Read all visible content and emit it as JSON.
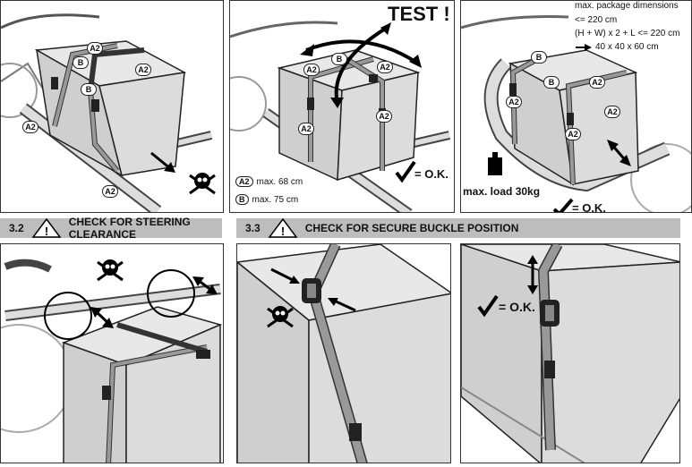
{
  "top": {
    "panel1": {
      "labels": [
        "A2",
        "A2",
        "B",
        "B",
        "A2",
        "A2"
      ]
    },
    "panel2": {
      "test_label": "TEST !",
      "labels": [
        "A2",
        "B",
        "A2",
        "A2",
        "A2"
      ],
      "ok_label": "= O.K.",
      "legend": [
        {
          "code": "A2",
          "text": "max. 68 cm"
        },
        {
          "code": "B",
          "text": "max. 75 cm"
        }
      ]
    },
    "panel3": {
      "dims": [
        "max. package dimensions",
        "<= 220 cm",
        "(H + W) x 2 + L <= 220 cm",
        "40 x 40 x 60 cm"
      ],
      "labels": [
        "B",
        "A2",
        "B",
        "A2",
        "A2",
        "A2"
      ],
      "load_label": "max. load 30kg",
      "ok_label": "= O.K."
    }
  },
  "sections": [
    {
      "number": "3.2",
      "title": "CHECK FOR STEERING CLEARANCE"
    },
    {
      "number": "3.3",
      "title": "CHECK FOR SECURE BUCKLE POSITION"
    }
  ],
  "bottom": {
    "panel6": {
      "ok_label": "= O.K."
    }
  }
}
